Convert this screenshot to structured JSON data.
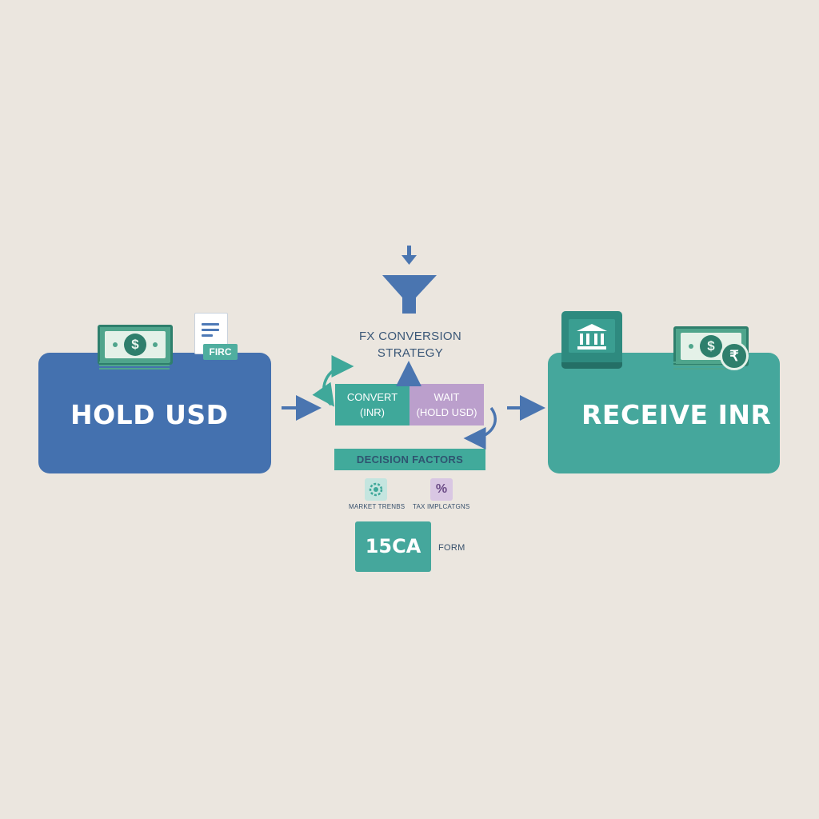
{
  "left_panel": {
    "label": "HOLD USD"
  },
  "right_panel": {
    "label": "RECEIVE INR"
  },
  "document": {
    "tag": "FIRC"
  },
  "bill": {
    "symbol": "$"
  },
  "rupee": {
    "symbol": "₹"
  },
  "strategy": {
    "title_line1": "FX CONVERSION",
    "title_line2": "STRATEGY"
  },
  "options": {
    "convert": {
      "line1": "CONVERT",
      "line2": "(INR)"
    },
    "wait": {
      "line1": "WAIT",
      "line2": "(HOLD USD)"
    }
  },
  "decision": {
    "title": "DECISION FACTORS",
    "factors": [
      {
        "label": "MARKET TRENBS",
        "icon": "gear-chart-icon"
      },
      {
        "label": "TAX IMPLCATGNS",
        "icon": "percent-icon",
        "symbol": "%"
      }
    ]
  },
  "form": {
    "code": "15CA",
    "label": "FORM"
  },
  "colors": {
    "background": "#ebe6df",
    "usd_blue": "#4471af",
    "inr_teal": "#45a79c",
    "wait_purple": "#bb9fcc",
    "arrow_blue": "#4a75b0"
  }
}
